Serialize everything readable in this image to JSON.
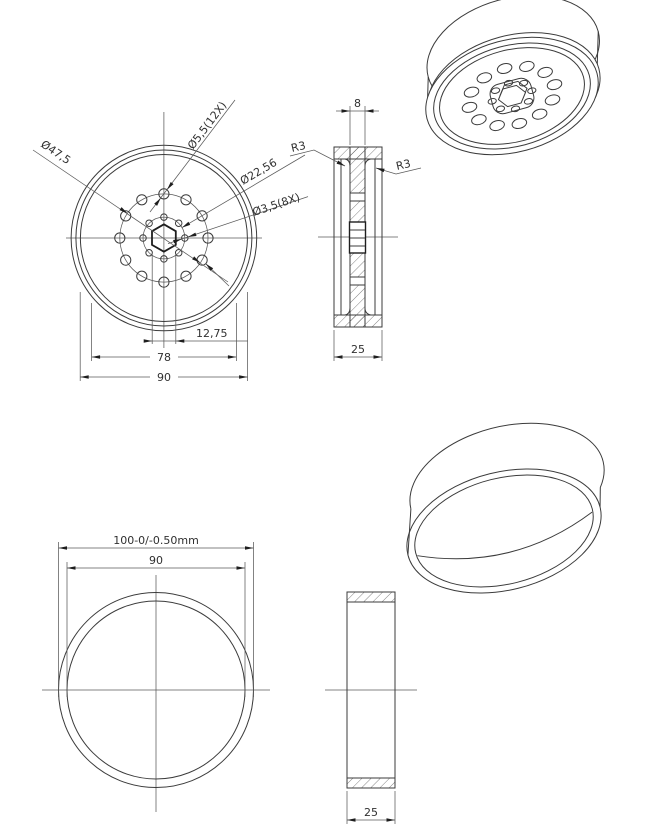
{
  "canvas": {
    "background": "#ffffff",
    "line_color": "#3b3b3b",
    "thin_line_color": "#5a5a5a",
    "text_color": "#303030"
  },
  "views": {
    "hub_front": {
      "dims": {
        "bolt_circle": "Ø47,5",
        "outer_holes": "Ø5,5(12X)",
        "inner_circle": "Ø22,56",
        "inner_holes": "Ø3,5(8X)",
        "hex_width": "12,75",
        "mid_width": "78",
        "outer_width": "90"
      }
    },
    "hub_section": {
      "dims": {
        "hub_width": "8",
        "fillet_left": "R3",
        "fillet_right": "R3",
        "overall_width": "25"
      }
    },
    "tire_front": {
      "dims": {
        "outer_dia": "100-0/-0.50mm",
        "inner_dia": "90"
      }
    },
    "tire_section": {
      "dims": {
        "width": "25"
      }
    }
  }
}
